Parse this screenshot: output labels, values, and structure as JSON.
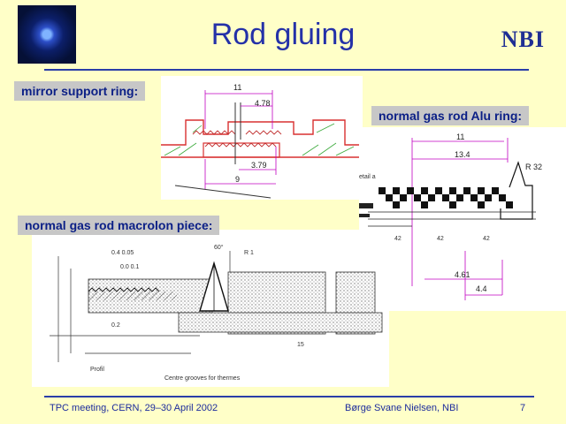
{
  "slide": {
    "title": "Rod gluing",
    "logo_text": "NBI",
    "colors": {
      "background": "#ffffc8",
      "title": "#2431a8",
      "rule": "#2a3ea8",
      "label_bg": "#c7c7c7",
      "label_text": "#0b1f86"
    }
  },
  "labels": {
    "mirror": "mirror support ring:",
    "alu": "normal gas rod Alu ring:",
    "macrolon": "normal gas rod macrolon piece:"
  },
  "mirror_dims": {
    "d11": "11",
    "d478": "4.78",
    "d379": "3.79",
    "d9": "9"
  },
  "alu_dims": {
    "d11": "11",
    "d134": "13.4",
    "r32": "R 32",
    "d461": "4.61",
    "d44": "4.4",
    "detail": "etail a"
  },
  "footer": {
    "left": "TPC meeting, CERN, 29–30 April 2002",
    "middle": "Børge Svane Nielsen, NBI",
    "page": "7"
  }
}
